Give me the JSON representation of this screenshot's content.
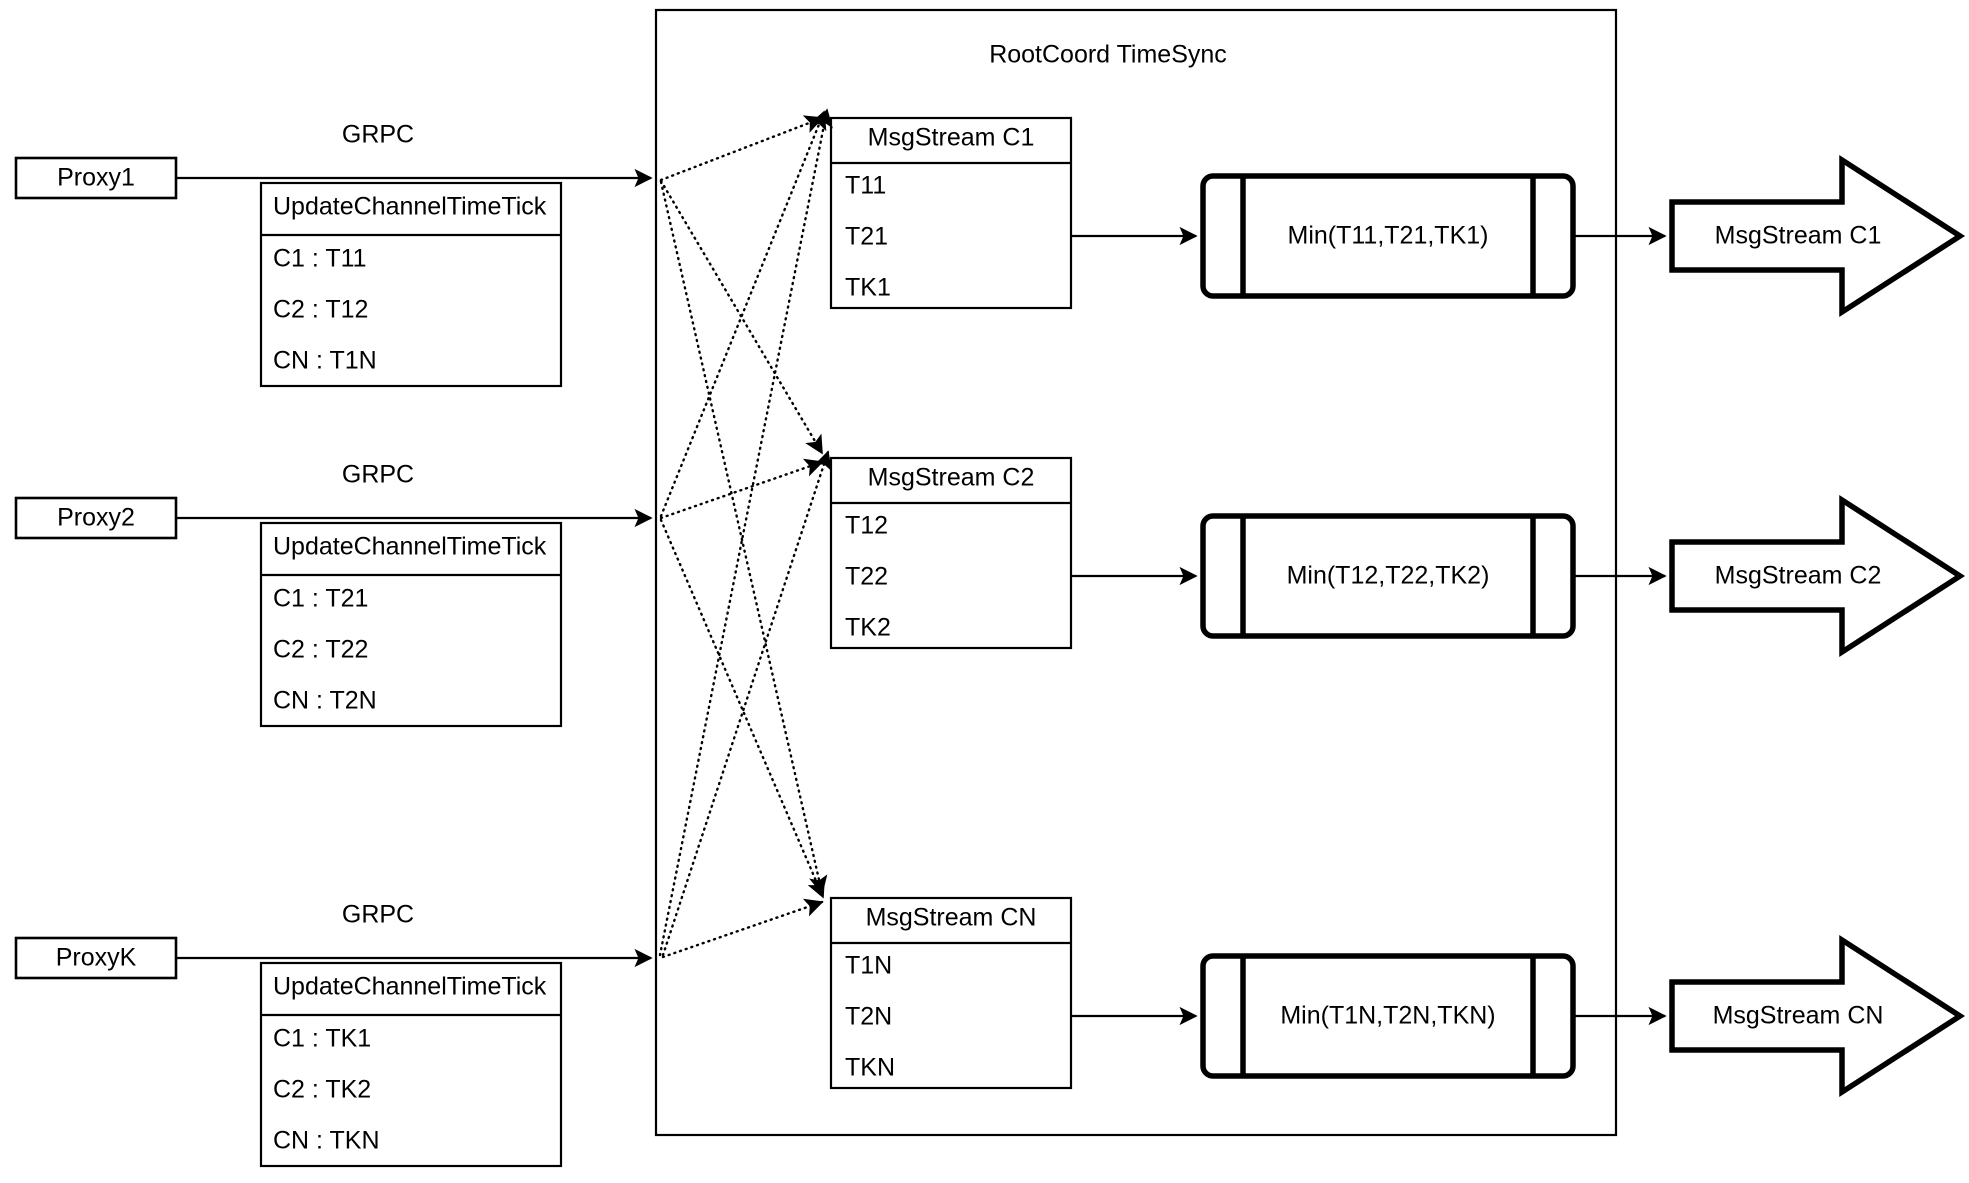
{
  "diagram": {
    "container": {
      "title": "RootCoord TimeSync"
    },
    "proxies": [
      {
        "name": "Proxy1",
        "link_label": "GRPC",
        "table": {
          "header": "UpdateChannelTimeTick",
          "rows": [
            "C1 :  T11",
            "C2 :  T12",
            "CN : T1N"
          ]
        }
      },
      {
        "name": "Proxy2",
        "link_label": "GRPC",
        "table": {
          "header": "UpdateChannelTimeTick",
          "rows": [
            "C1 :  T21",
            "C2 :  T22",
            "CN : T2N"
          ]
        }
      },
      {
        "name": "ProxyK",
        "link_label": "GRPC",
        "table": {
          "header": "UpdateChannelTimeTick",
          "rows": [
            "C1 :  TK1",
            "C2 :  TK2",
            "CN : TKN"
          ]
        }
      }
    ],
    "channels": [
      {
        "stream": {
          "header": "MsgStream C1",
          "rows": [
            "T11",
            "T21",
            "TK1"
          ]
        },
        "min_label": "Min(T11,T21,TK1)",
        "output_label": "MsgStream C1"
      },
      {
        "stream": {
          "header": "MsgStream C2",
          "rows": [
            "T12",
            "T22",
            "TK2"
          ]
        },
        "min_label": "Min(T12,T22,TK2)",
        "output_label": "MsgStream C2"
      },
      {
        "stream": {
          "header": "MsgStream CN",
          "rows": [
            "T1N",
            "T2N",
            "TKN"
          ]
        },
        "min_label": "Min(T1N,T2N,TKN)",
        "output_label": "MsgStream CN"
      }
    ],
    "colors": {
      "stroke": "#000000",
      "fill": "#ffffff",
      "text": "#000000"
    }
  }
}
